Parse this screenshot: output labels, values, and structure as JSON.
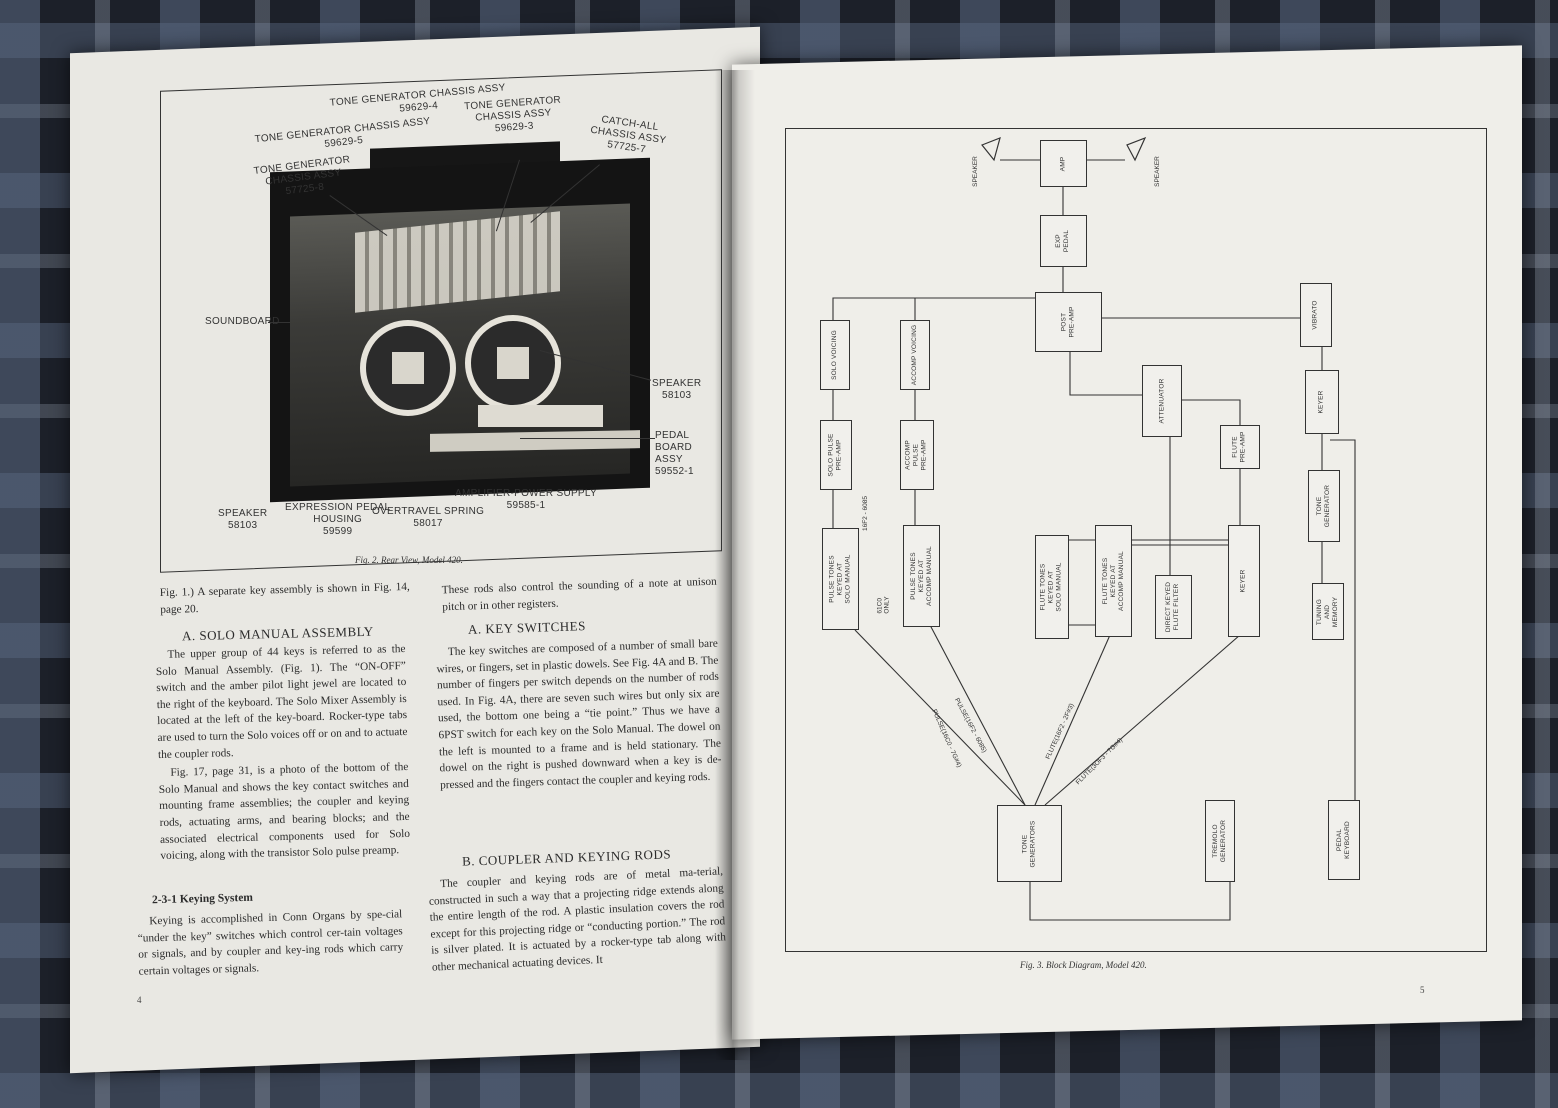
{
  "left_page": {
    "figure": {
      "callouts": {
        "tg1": "TONE GENERATOR CHASSIS ASSY",
        "tg1_num": "59629-4",
        "tg2": "TONE GENERATOR",
        "tg2b": "CHASSIS ASSY",
        "tg2_num": "59629-3",
        "tg3": "TONE GENERATOR CHASSIS ASSY",
        "tg3_num": "59629-5",
        "tg4a": "TONE GENERATOR",
        "tg4b": "CHASSIS ASSY",
        "tg4_num": "57725-8",
        "catch1": "CATCH-ALL",
        "catch2": "CHASSIS ASSY",
        "catch_num": "57725-7",
        "soundboard": "SOUNDBOARD",
        "speaker_r": "SPEAKER",
        "speaker_r_num": "58103",
        "pedal1": "PEDAL",
        "pedal2": "BOARD",
        "pedal3": "ASSY",
        "pedal_num": "59552-1",
        "amp": "AMPLIFIER-POWER SUPPLY",
        "amp_num": "59585-1",
        "speaker_l": "SPEAKER",
        "speaker_l_num": "58103",
        "expr1": "EXPRESSION PEDAL",
        "expr2": "HOUSING",
        "expr_num": "59599",
        "over": "OVERTRAVEL SPRING",
        "over_num": "58017"
      },
      "caption": "Fig. 2. Rear View, Model 420."
    },
    "col1": {
      "intro": "Fig. 1.) A separate key assembly is shown in Fig. 14, page 20.",
      "heading_a": "A. SOLO MANUAL ASSEMBLY",
      "para1": "The upper group of 44 keys is referred to as the Solo Manual Assembly. (Fig. 1). The “ON-OFF” switch and the amber pilot light jewel are located to the right of the keyboard. The Solo Mixer Assembly is located at the left of the key-board. Rocker-type tabs are used to turn the Solo voices off or on and to actuate the coupler rods.",
      "para2": "Fig. 17, page 31, is a photo of the bottom of the Solo Manual and shows the key contact switches and mounting frame assemblies; the coupler and keying rods, actuating arms, and bearing blocks; and the associated electrical components used for Solo voicing, along with the transistor Solo pulse preamp.",
      "subhead": "2-3-1 Keying System",
      "para3": "Keying is accomplished in Conn Organs by spe-cial “under the key” switches which control cer-tain voltages or signals, and by coupler and key-ing rods which carry certain voltages or signals."
    },
    "col2": {
      "intro": "These rods also control the sounding of a note at unison pitch or in other registers.",
      "heading_a": "A. KEY SWITCHES",
      "para1": "The key switches are composed of a number of small bare wires, or fingers, set in plastic dowels. See Fig. 4A and B. The number of fingers per switch depends on the number of rods used. In Fig. 4A, there are seven such wires but only six are used, the bottom one being a “tie point.” Thus we have a 6PST switch for each key on the Solo Manual. The dowel on the left is mounted to a frame and is held stationary. The dowel on the right is pushed downward when a key is de-pressed and the fingers contact the coupler and keying rods.",
      "heading_b": "B. COUPLER AND KEYING RODS",
      "para2": "The coupler and keying rods are of metal ma-terial, constructed in such a way that a projecting ridge extends along the entire length of the rod. A plastic insulation covers the rod except for this projecting ridge or “conducting portion.” The rod is silver plated. It is actuated by a rocker-type tab along with other mechanical actuating devices. It"
    },
    "page_number": "4"
  },
  "right_page": {
    "diagram": {
      "boxes": {
        "amp": "AMP",
        "exp_pedal": "EXP\nPEDAL",
        "post_preamp": "POST\nPRE-AMP",
        "vibrato": "VIBRATO",
        "solo_voicing": "SOLO VOICING",
        "accomp_voicing": "ACCOMP VOICING",
        "attenuator": "ATTENUATOR",
        "keyer_top": "KEYER",
        "solo_pulse": "SOLO PULSE\nPRE-AMP",
        "accomp_pulse": "ACCOMP\nPULSE\nPRE-AMP",
        "flute_preamp": "FLUTE\nPRE-AMP",
        "tone_gen_small": "TONE\nGENERATOR",
        "pulse_solo": "PULSE TONES\nKEYED AT\nSOLO MANUAL",
        "pulse_accomp": "PULSE TONES\nKEYED AT\nACCOMP MANUAL",
        "flute_solo": "FLUTE TONES\nKEYED AT\nSOLO MANUAL",
        "flute_accomp": "FLUTE TONES\nKEYED AT\nACCOMP MANUAL",
        "direct_keyed": "DIRECT KEYED\nFLUTE FILTER",
        "keyer_mid": "KEYER",
        "tuning": "TUNING\nAND\nMEMORY",
        "tone_generators": "TONE\nGENERATORS",
        "tremolo": "TREMOLO\nGENERATOR",
        "pedal_keyboard": "PEDAL\nKEYBOARD"
      },
      "labels": {
        "speaker_left": "SPEAKER",
        "speaker_right": "SPEAKER",
        "bus1": "16F2 - 6085",
        "bus2": "61C0\nONLY",
        "pulse1": "PULSE(16C0 - 7G#4)",
        "pulse2": "PULSE(16F2 - 6085)",
        "flute1": "FLUTE(16F2 - 2F#3)",
        "flute2": "FLUTE(3OF3 - 7G#4)"
      },
      "caption": "Fig. 3. Block Diagram, Model 420."
    },
    "page_number": "5"
  }
}
